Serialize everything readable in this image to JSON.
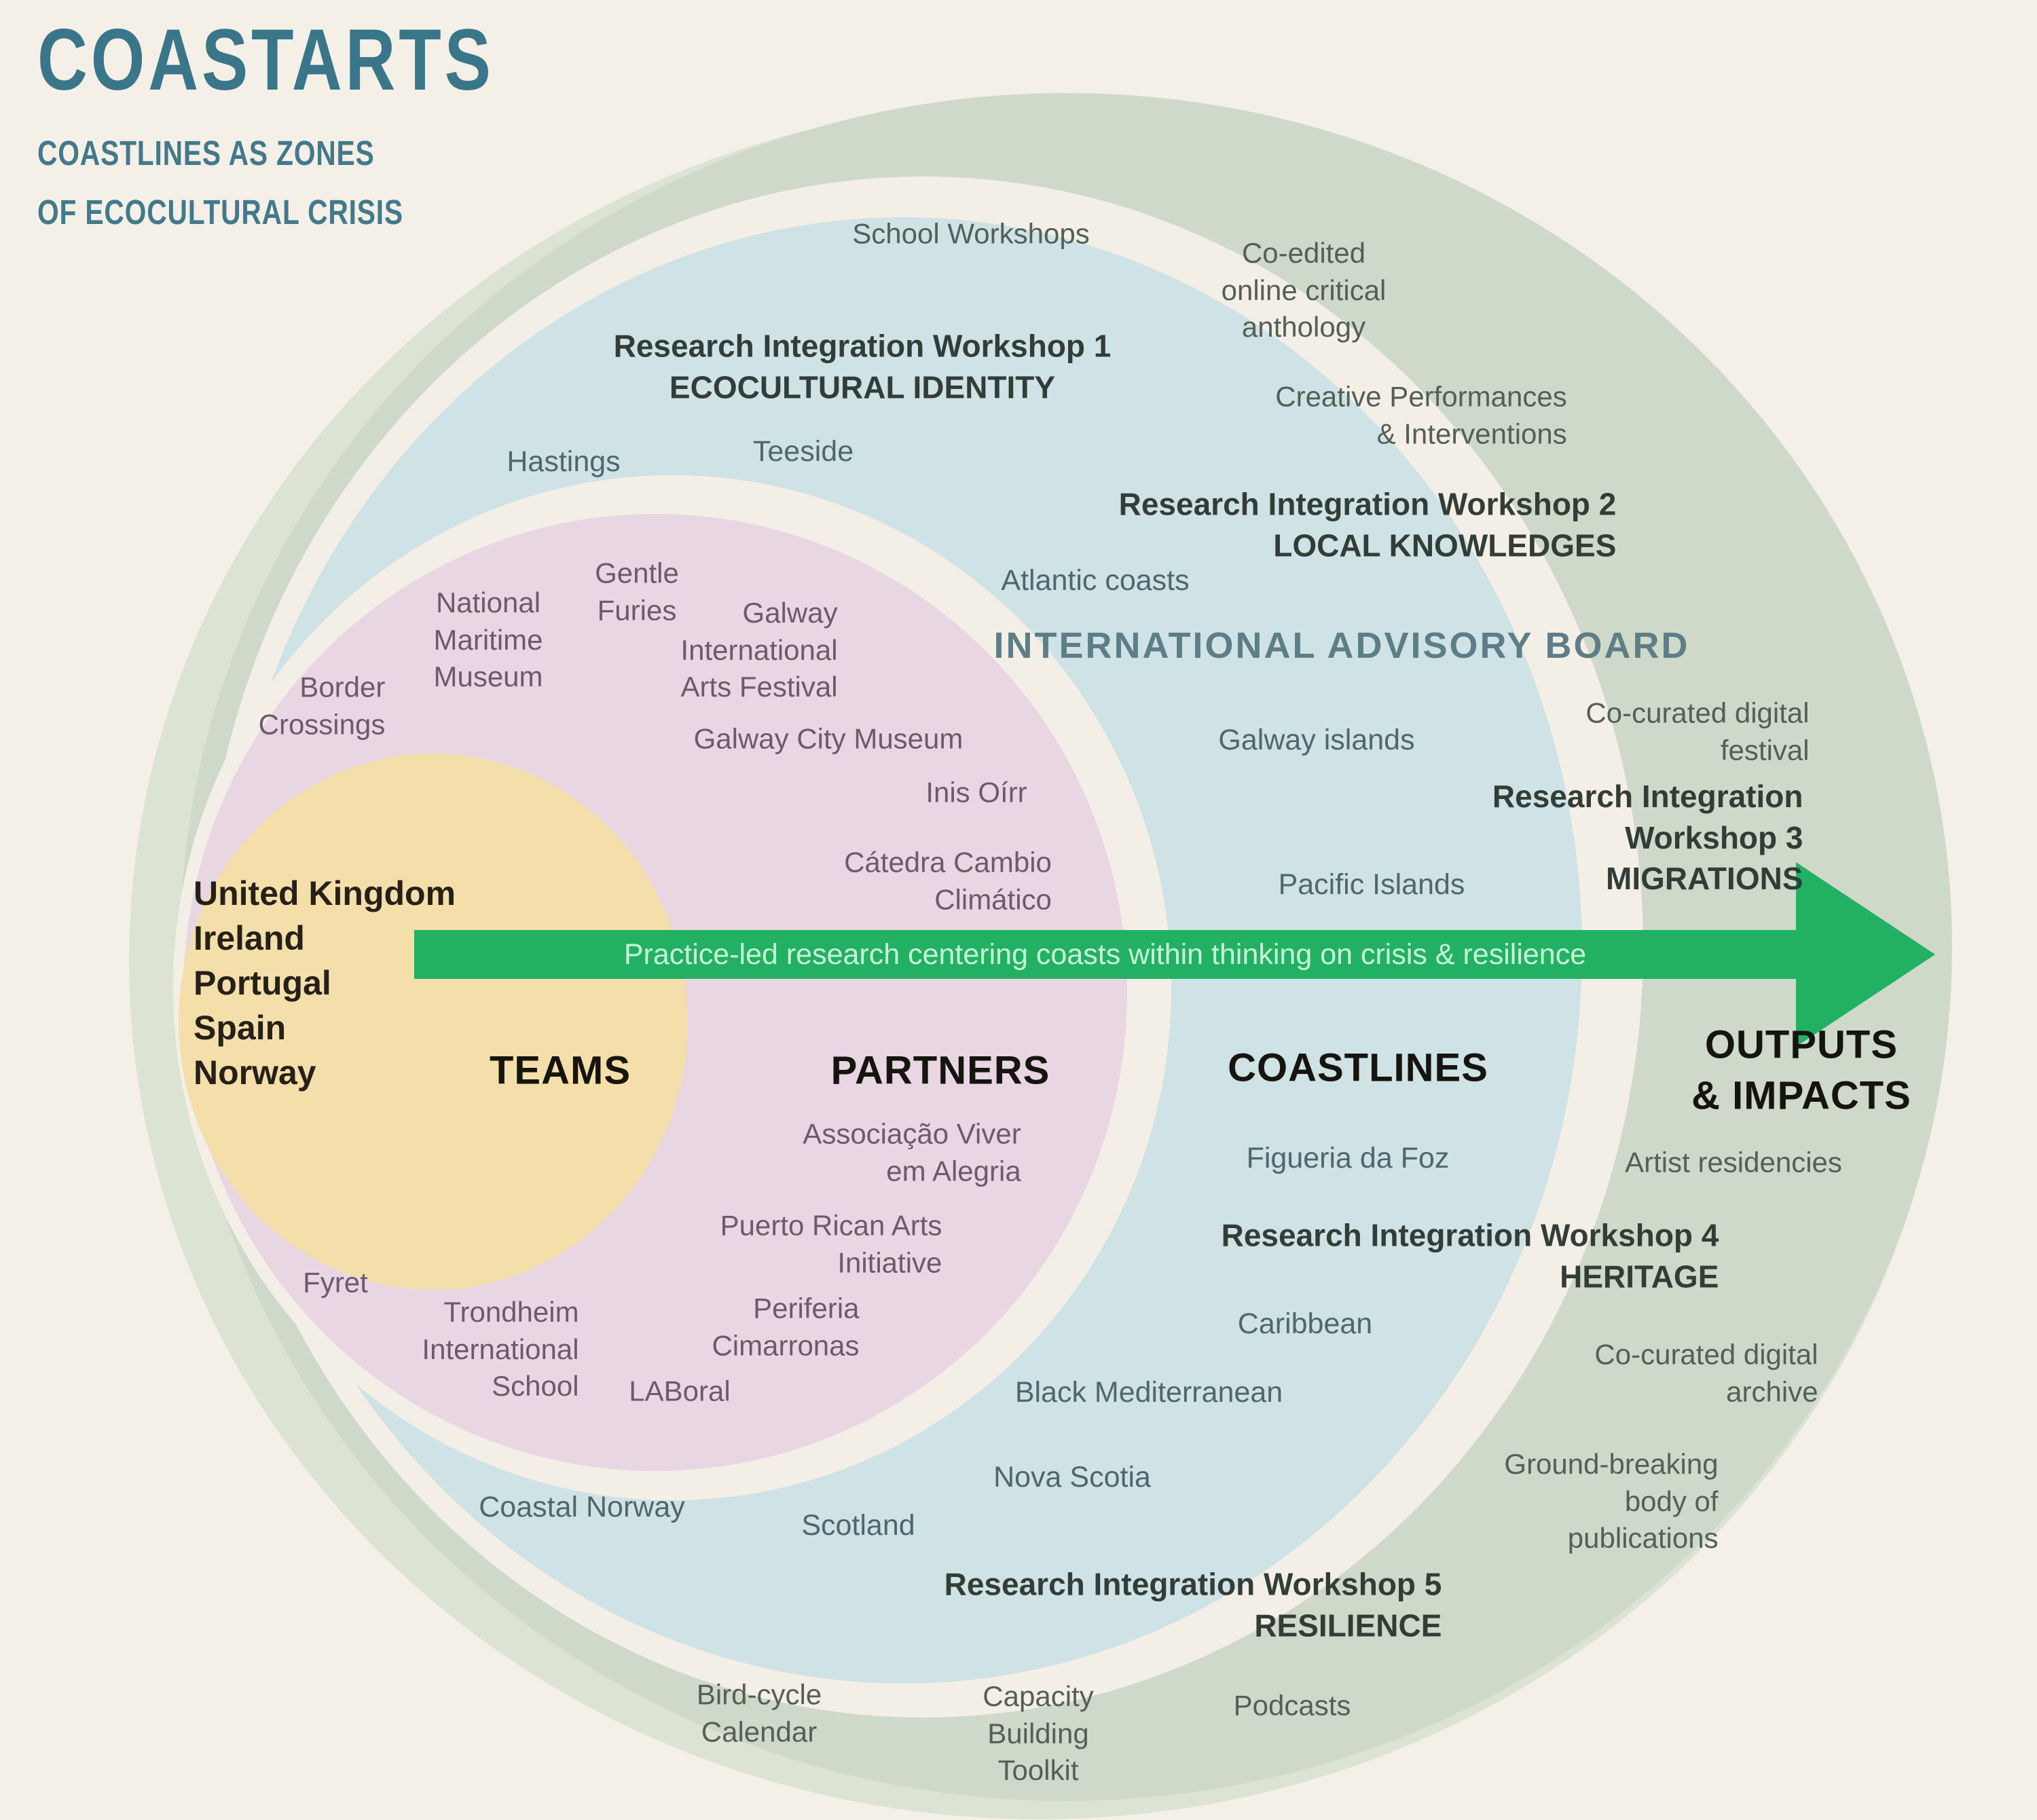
{
  "title": {
    "main": "COASTARTS",
    "subtitle": "COASTLINES AS ZONES\nOF ECOCULTURAL CRISIS"
  },
  "arrow": {
    "text": "Practice-led research centering coasts within thinking on crisis & resilience"
  },
  "colors": {
    "background": "#f4f0e7",
    "outer_ring_light": "#dce3d3",
    "outputs_ring": "#cfd9c9",
    "coastlines_ring": "#cfe2e5",
    "partners_ring": "#e9d6e3",
    "teams_circle": "#f4dfab",
    "arrow_green": "#22b162",
    "title_teal": "#3a7689"
  },
  "labels": {
    "school_workshops": {
      "text": "School Workshops"
    },
    "co_edited_anthology": {
      "text": "Co-edited\nonline critical\nanthology"
    },
    "workshop_1": {
      "text": "Research Integration Workshop 1\nECOCULTURAL IDENTITY"
    },
    "creative_performances": {
      "text": "Creative Performances\n& Interventions"
    },
    "hastings": {
      "text": "Hastings"
    },
    "teeside": {
      "text": "Teeside"
    },
    "workshop_2": {
      "text": "Research Integration Workshop 2\nLOCAL KNOWLEDGES"
    },
    "atlantic_coasts": {
      "text": "Atlantic coasts"
    },
    "gentle_furies": {
      "text": "Gentle\nFuries"
    },
    "national_maritime_museum": {
      "text": "National\nMaritime\nMuseum"
    },
    "galway_international_arts_festival": {
      "text": "Galway\nInternational\nArts Festival"
    },
    "international_advisory_board": {
      "text": "INTERNATIONAL ADVISORY BOARD"
    },
    "border_crossings": {
      "text": "Border\nCrossings"
    },
    "galway_city_museum": {
      "text": "Galway City Museum"
    },
    "galway_islands": {
      "text": "Galway islands"
    },
    "co_curated_digital_festival": {
      "text": "Co-curated digital\nfestival"
    },
    "inis_oirr": {
      "text": "Inis Oírr"
    },
    "workshop_3": {
      "text": "Research Integration Workshop 3\nMIGRATIONS"
    },
    "catedra_cambio_climatico": {
      "text": "Cátedra Cambio\nClimático"
    },
    "pacific_islands": {
      "text": "Pacific Islands"
    },
    "countries": {
      "text": "United Kingdom\nIreland\nPortugal\nSpain\nNorway"
    },
    "teams": {
      "text": "TEAMS"
    },
    "partners": {
      "text": "PARTNERS"
    },
    "coastlines": {
      "text": "COASTLINES"
    },
    "outputs_impacts": {
      "text": "OUTPUTS\n& IMPACTS"
    },
    "figueria_da_foz": {
      "text": "Figueria da Foz"
    },
    "artist_residencies": {
      "text": "Artist residencies"
    },
    "associacao_viver_em_alegria": {
      "text": "Associação Viver\nem Alegria"
    },
    "puerto_rican_arts_initiative": {
      "text": "Puerto Rican Arts\nInitiative"
    },
    "workshop_4": {
      "text": "Research Integration Workshop 4\nHERITAGE"
    },
    "caribbean": {
      "text": "Caribbean"
    },
    "periferia_cimarronas": {
      "text": "Periferia\nCimarronas"
    },
    "fyret": {
      "text": "Fyret"
    },
    "trondheim_international_school": {
      "text": "Trondheim\nInternational\nSchool"
    },
    "laboral": {
      "text": "LABoral"
    },
    "co_curated_digital_archive": {
      "text": "Co-curated digital\narchive"
    },
    "black_mediterranean": {
      "text": "Black Mediterranean"
    },
    "nova_scotia": {
      "text": "Nova Scotia"
    },
    "ground_breaking_publications": {
      "text": "Ground-breaking\nbody of\npublications"
    },
    "coastal_norway": {
      "text": "Coastal Norway"
    },
    "scotland": {
      "text": "Scotland"
    },
    "workshop_5": {
      "text": "Research Integration Workshop 5\nRESILIENCE"
    },
    "bird_cycle_calendar": {
      "text": "Bird-cycle\nCalendar"
    },
    "capacity_building_toolkit": {
      "text": "Capacity\nBuilding\nToolkit"
    },
    "podcasts": {
      "text": "Podcasts"
    }
  }
}
